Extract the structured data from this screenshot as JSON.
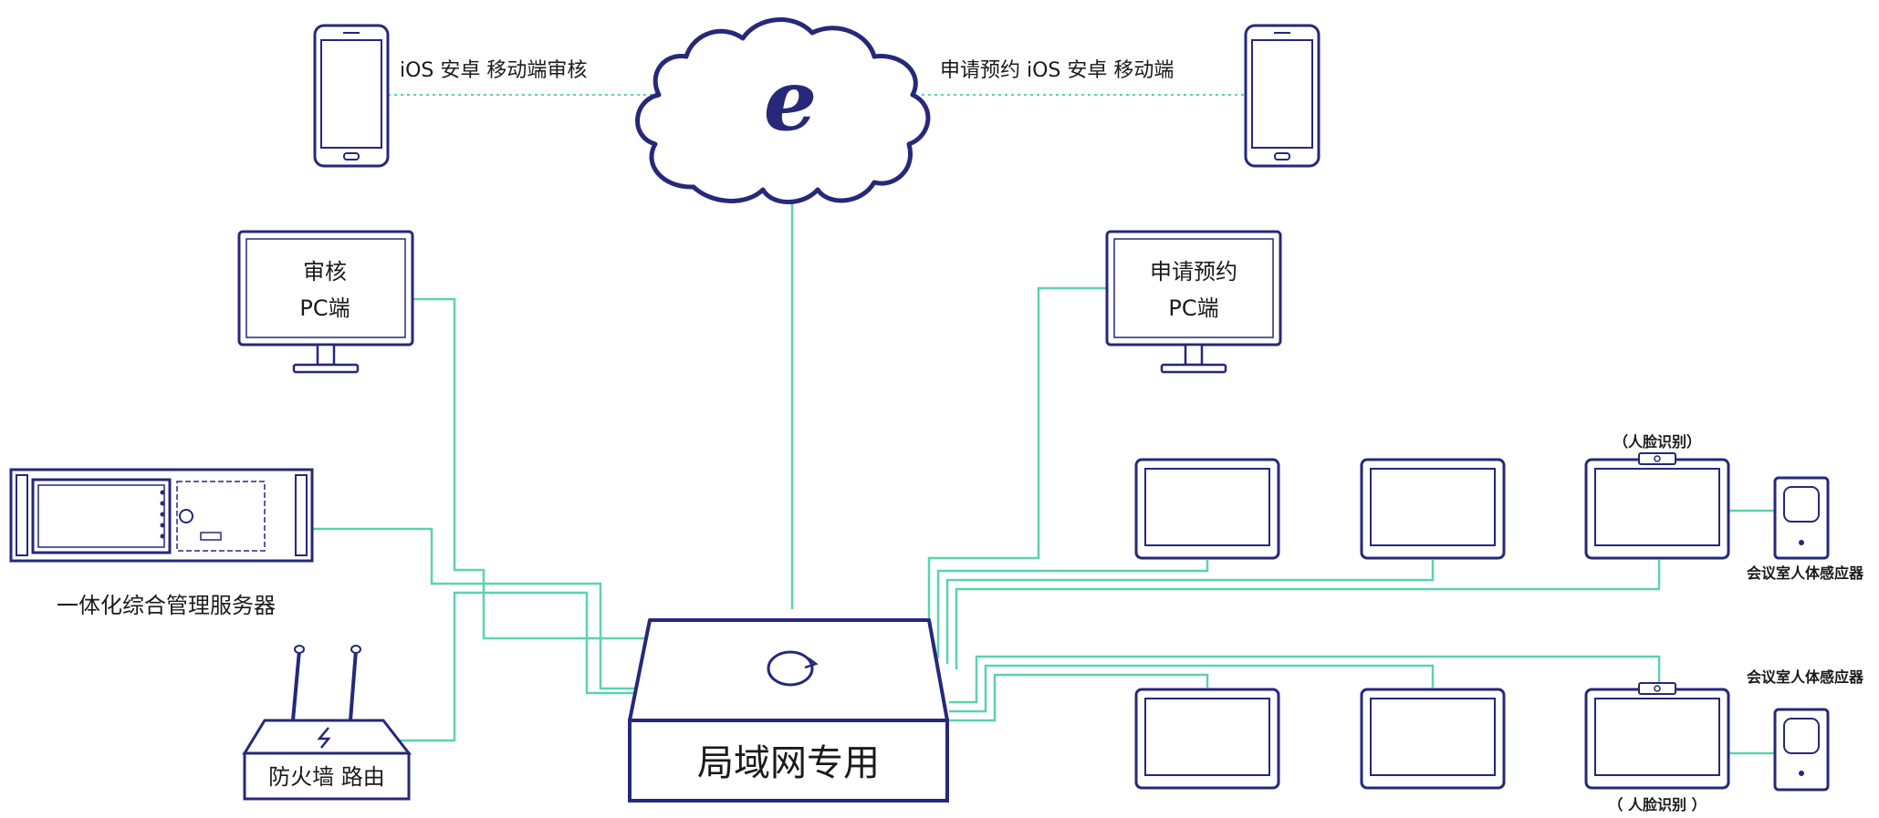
{
  "colors": {
    "outline": "#26287a",
    "connector": "#5cd2b0",
    "wifi_dotted": "#5cd2b0",
    "text": "#1a1a1a",
    "background": "#ffffff"
  },
  "cloud": {
    "icon": "internet-e-icon",
    "glyph": "e"
  },
  "mobile_left": {
    "icon": "smartphone-icon",
    "label": "iOS 安卓 移动端审核"
  },
  "mobile_right": {
    "icon": "smartphone-icon",
    "label": "申请预约 iOS 安卓 移动端"
  },
  "pc_left": {
    "icon": "monitor-icon",
    "line1": "审核",
    "line2": "PC端"
  },
  "pc_right": {
    "icon": "monitor-icon",
    "line1": "申请预约",
    "line2": "PC端"
  },
  "server": {
    "icon": "rack-server-icon",
    "label": "一体化综合管理服务器"
  },
  "firewall": {
    "icon": "router-icon",
    "label": "防火墙 路由"
  },
  "switch": {
    "icon": "lan-switch-icon",
    "label": "局域网专用"
  },
  "tablets": [
    {
      "icon": "tablet-icon"
    },
    {
      "icon": "tablet-icon"
    },
    {
      "icon": "face-tablet-icon",
      "note": "（人脸识别）"
    },
    {
      "icon": "tablet-icon"
    },
    {
      "icon": "tablet-icon"
    },
    {
      "icon": "face-tablet-icon",
      "note": "（ 人脸识别 ）"
    }
  ],
  "sensors": [
    {
      "icon": "motion-sensor-icon",
      "label": "会议室人体感应器"
    },
    {
      "icon": "motion-sensor-icon",
      "label": "会议室人体感应器"
    }
  ]
}
